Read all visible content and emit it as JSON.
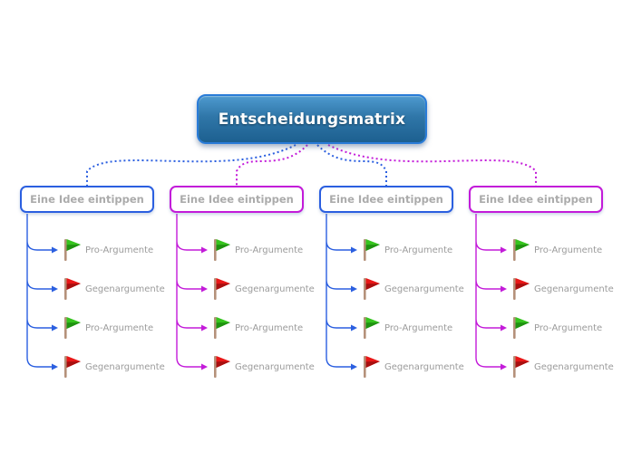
{
  "palette": {
    "blue": "#2b5fe0",
    "magenta": "#c31bd9",
    "root_border": "#2a7cd8",
    "root_grad_top": "#4e9acf",
    "root_grad_mid": "#2f76a8",
    "root_grad_bottom": "#1d6090",
    "node_text": "#ababab",
    "label_text": "#9b9b9b",
    "pole": "#b5917a",
    "flag_green": "#36c41e",
    "flag_green_dark": "#1f9210",
    "flag_red": "#e91717",
    "flag_red_dark": "#a80f0f"
  },
  "root": {
    "label": "Entscheidungsmatrix"
  },
  "ideas": [
    {
      "label": "Eine Idee eintippen",
      "accent": "blue",
      "items": [
        {
          "label": "Pro-Argumente",
          "icon": "green-flag-icon"
        },
        {
          "label": "Gegenargumente",
          "icon": "red-flag-icon"
        },
        {
          "label": "Pro-Argumente",
          "icon": "green-flag-icon"
        },
        {
          "label": "Gegenargumente",
          "icon": "red-flag-icon"
        }
      ]
    },
    {
      "label": "Eine Idee eintippen",
      "accent": "magenta",
      "items": [
        {
          "label": "Pro-Argumente",
          "icon": "green-flag-icon"
        },
        {
          "label": "Gegenargumente",
          "icon": "red-flag-icon"
        },
        {
          "label": "Pro-Argumente",
          "icon": "green-flag-icon"
        },
        {
          "label": "Gegenargumente",
          "icon": "red-flag-icon"
        }
      ]
    },
    {
      "label": "Eine Idee eintippen",
      "accent": "blue",
      "items": [
        {
          "label": "Pro-Argumente",
          "icon": "green-flag-icon"
        },
        {
          "label": "Gegenargumente",
          "icon": "red-flag-icon"
        },
        {
          "label": "Pro-Argumente",
          "icon": "green-flag-icon"
        },
        {
          "label": "Gegenargumente",
          "icon": "red-flag-icon"
        }
      ]
    },
    {
      "label": "Eine Idee eintippen",
      "accent": "magenta",
      "items": [
        {
          "label": "Pro-Argumente",
          "icon": "green-flag-icon"
        },
        {
          "label": "Gegenargumente",
          "icon": "red-flag-icon"
        },
        {
          "label": "Pro-Argumente",
          "icon": "green-flag-icon"
        },
        {
          "label": "Gegenargumente",
          "icon": "red-flag-icon"
        }
      ]
    }
  ]
}
